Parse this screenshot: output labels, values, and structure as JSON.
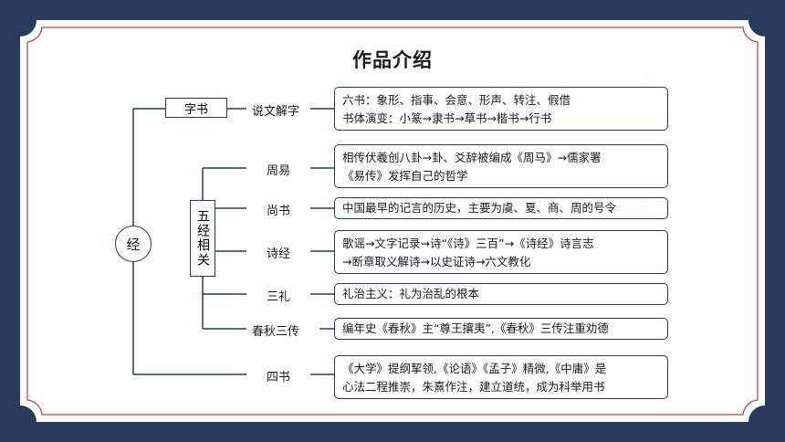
{
  "title": "作品介绍",
  "root": "经",
  "cat_zishu": "字书",
  "cat_wujing": "五经相关",
  "rows": [
    {
      "label": "说文解字",
      "lines": [
        "六书：象形、指事、会意、形声、转注、假借",
        "书体演变：小篆→隶书→草书→楷书→行书"
      ]
    },
    {
      "label": "周易",
      "lines": [
        "相传伏羲创八卦→卦、爻辞被编成《周马》→儒家署",
        "《易传》发挥自己的哲学"
      ]
    },
    {
      "label": "尚书",
      "lines": [
        "中国最早的记言的历史，主要为虞、夏、商、周的号令"
      ]
    },
    {
      "label": "诗经",
      "lines": [
        "歌谣→文字记录→诗“《诗》三百”→《诗经》诗言志",
        "→断章取义解诗→以史证诗→六文教化"
      ]
    },
    {
      "label": "三礼",
      "lines": [
        "礼治主义：礼为治乱的根本"
      ]
    },
    {
      "label": "春秋三传",
      "lines": [
        "编年史《春秋》主“尊王攘夷”,《春秋》三传注重劝德"
      ]
    },
    {
      "label": "四书",
      "lines": [
        "《大学》提纲挈领,《论语》《孟子》精微,《中庸》是",
        "心法二程推崇，朱熹作注，建立道统，成为科举用书"
      ]
    }
  ]
}
